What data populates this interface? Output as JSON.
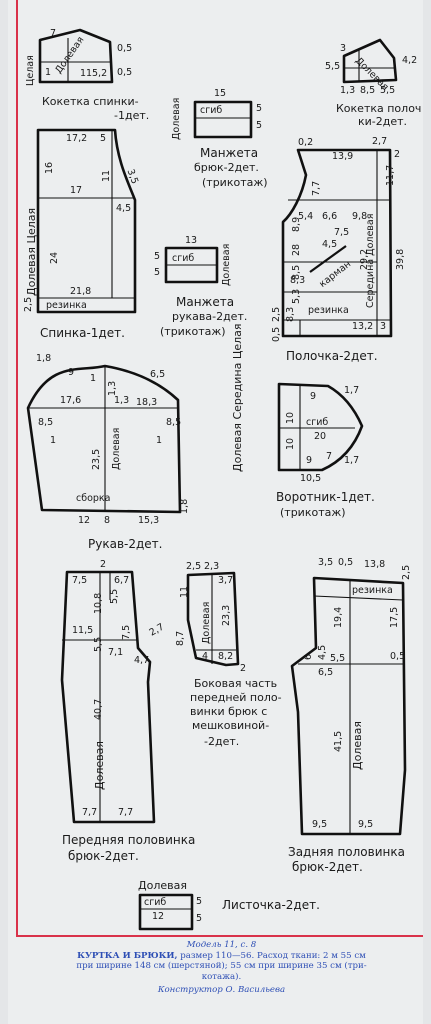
{
  "pieces": {
    "yoke_back": {
      "name": "Кокетка спинки-",
      "count": "-1дет.",
      "side": "Целая",
      "grain": "Долевая",
      "d1": "7",
      "d2": "11",
      "d3": "5,2",
      "d4": "0,5",
      "d5": "0,5",
      "d6": "1"
    },
    "yoke_front": {
      "name": "Кокетка полоч",
      "count": "ки-2дет.",
      "grain": "Долевая",
      "d1": "5,5",
      "d2": "4,2",
      "d3": "1,3",
      "d4": "8,5",
      "d5": "5,5",
      "d6": "3"
    },
    "cuff_pants": {
      "name": "Манжета",
      "name2": "брюк-2дет.",
      "note": "(трикотаж)",
      "grain": "Долевая",
      "fold": "сгиб",
      "d1": "15",
      "d2": "5",
      "d3": "5"
    },
    "cuff_sleeve": {
      "name": "Манжета",
      "name2": "рукава-2дет.",
      "note": "(трикотаж)",
      "grain": "Долевая",
      "fold": "сгиб",
      "d1": "13",
      "d2": "5",
      "d3": "5"
    },
    "back": {
      "name": "Спинка-1дет.",
      "grain": "Долевая Целая",
      "band": "резинка",
      "d1": "17,2",
      "d2": "5",
      "d3": "16",
      "d4": "11",
      "d5": "3,5",
      "d6": "17",
      "d7": "4,5",
      "d8": "24",
      "d9": "21,8",
      "d10": "2,5"
    },
    "front": {
      "name": "Полочка-2дет.",
      "grain": "Середина Долевая",
      "pocket": "карман",
      "band": "резинка",
      "d1": "0,2",
      "d2": "13,9",
      "d3": "2,7",
      "d4": "2",
      "d5": "7,7",
      "d6": "11,7",
      "d7": "5,4",
      "d8": "6,6",
      "d9": "9,8",
      "d10": "8,9",
      "d11": "4,5",
      "d12": "7,5",
      "d13": "29,2",
      "d14": "8,3",
      "d15": "39,8",
      "d16": "28",
      "d17": "8,5",
      "d18": "5,3",
      "d19": "0,5",
      "d20": "2,5",
      "d21": "8,3",
      "d22": "13,2",
      "d23": "3"
    },
    "sleeve": {
      "name": "Рукав-2дет.",
      "grain": "Долевая",
      "gather": "сборка",
      "d1": "1,8",
      "d2": "9",
      "d3": "1",
      "d4": "6,5",
      "d5": "1,3",
      "d6": "17,6",
      "d7": "1,3",
      "d8": "18,3",
      "d9": "8,5",
      "d10": "1",
      "d11": "1",
      "d12": "8,5",
      "d13": "23,5",
      "d14": "12",
      "d15": "8",
      "d16": "15,3",
      "d17": "1,8"
    },
    "collar": {
      "name": "Воротник-1дет.",
      "note": "(трикотаж)",
      "grain": "Долевая Середина Целая",
      "fold": "сгиб",
      "d1": "9",
      "d2": "1,7",
      "d3": "10",
      "d4": "20",
      "d5": "10",
      "d6": "9",
      "d7": "7",
      "d8": "1,7",
      "d9": "10,5"
    },
    "pants_front": {
      "name": "Передняя половинка",
      "name2": "брюк-2дет.",
      "grain": "Долевая",
      "d1": "2",
      "d2": "7,5",
      "d3": "6,7",
      "d4": "10,8",
      "d5": "5,5",
      "d6": "11,5",
      "d7": "5,5",
      "d8": "7,1",
      "d9": "7,5",
      "d10": "2,7",
      "d11": "4,7",
      "d12": "40,7",
      "d13": "7,7",
      "d14": "7,7"
    },
    "side_part": {
      "name": "Боковая часть",
      "name2": "передней поло-",
      "name3": "винки брюк с",
      "name4": "мешковиной-",
      "name5": "-2дет.",
      "grain": "Долевая",
      "d1": "2,5",
      "d2": "2,3",
      "d3": "3,7",
      "d4": "11",
      "d5": "23,3",
      "d6": "8,7",
      "d7": "4",
      "d8": "8,2",
      "d9": "2"
    },
    "pants_back": {
      "name": "Задняя половинка",
      "name2": "брюк-2дет.",
      "grain": "Долевая",
      "band": "резинка",
      "d1": "3,5",
      "d2": "0,5",
      "d3": "13,8",
      "d4": "2,5",
      "d5": "19,4",
      "d6": "17,5",
      "d7": "6",
      "d8": "4,5",
      "d9": "5,5",
      "d10": "0,5",
      "d11": "6,5",
      "d12": "41,5",
      "d13": "9,5",
      "d14": "9,5"
    },
    "leaf": {
      "name": "Листочка-2дет.",
      "grain": "Долевая",
      "fold": "сгиб",
      "d1": "12",
      "d2": "5",
      "d3": "5"
    }
  },
  "footer": {
    "line1": "Модель 11, с. 8",
    "line2a": "КУРТКА И БРЮКИ,",
    "line2b": " размер 110—56. Расход ткани: 2 м 55 см",
    "line3": "при ширине 148 см (шерстяной); 55 см при ширине 35 см (три-",
    "line4": "котажа).",
    "line5": "Конструктор О. Васильева"
  },
  "colors": {
    "frame": "#d9324a",
    "footer": "#2e4fb5",
    "ink": "#111111",
    "paper": "#eceeef"
  }
}
